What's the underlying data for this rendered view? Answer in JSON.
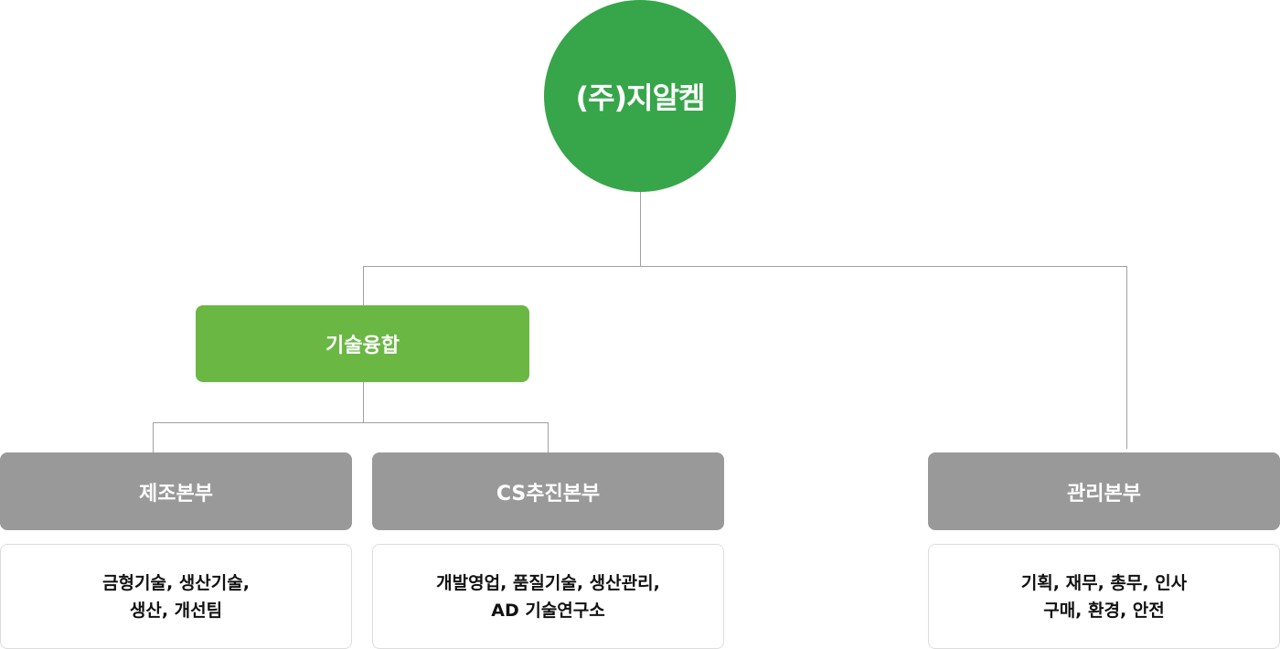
{
  "root": {
    "label": "(주)지알켐"
  },
  "convergence": {
    "label": "기술융합"
  },
  "departments": [
    {
      "label": "제조본부",
      "teams": [
        "금형기술, 생산기술,",
        "생산, 개선팀"
      ]
    },
    {
      "label": "CS추진본부",
      "teams": [
        "개발영업, 품질기술, 생산관리,",
        "AD 기술연구소"
      ]
    },
    {
      "label": "관리본부",
      "teams": [
        "기획, 재무, 총무, 인사",
        "구매, 환경, 안전"
      ]
    }
  ],
  "colors": {
    "root": "#37a54a",
    "convergence": "#6bb744",
    "department": "#999999",
    "connector": "#a0a0a0"
  }
}
